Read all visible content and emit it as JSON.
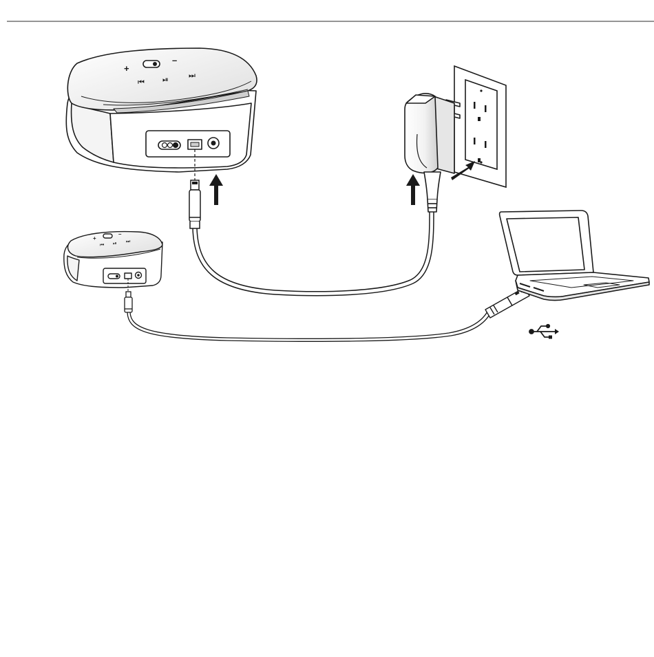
{
  "diagram": {
    "topic": "Speaker charging: wall adapter or computer USB",
    "speaker_controls": {
      "volume_up": "+",
      "volume_down": "–",
      "prev_track": "⏮",
      "play_pause": "⏯",
      "next_track": "⏭"
    },
    "charging_methods": [
      {
        "id": "wall-outlet",
        "source": "AC adapter in wall outlet"
      },
      {
        "id": "computer-usb",
        "source": "Laptop USB port"
      }
    ],
    "icons": [
      "power-switch-icon",
      "micro-usb-port-icon",
      "audio-jack-icon",
      "usb-symbol-icon",
      "insert-arrow-icon"
    ],
    "colors": {
      "line": "#1a1a1a",
      "background": "#ffffff",
      "shade": "#e6e6e6",
      "top_rule": "#555555"
    }
  }
}
